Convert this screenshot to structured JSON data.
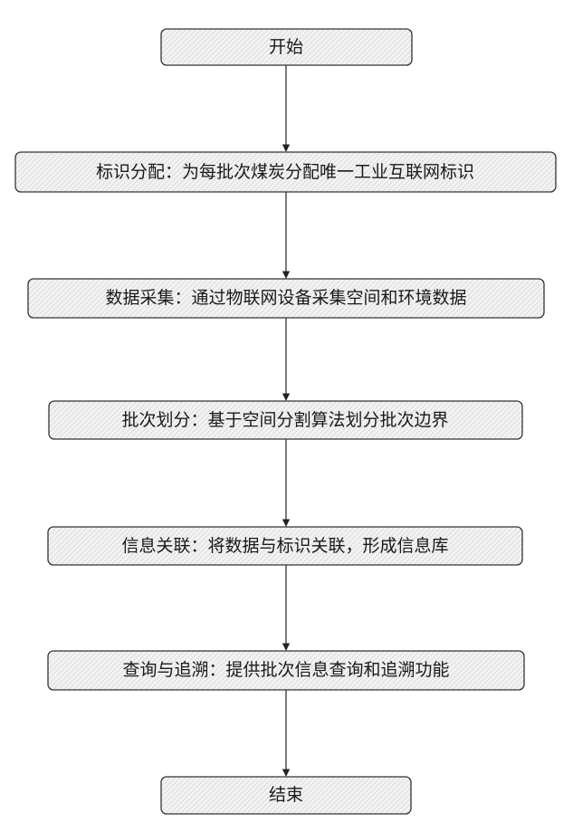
{
  "flowchart": {
    "nodes": [
      {
        "id": "start",
        "label": "开始",
        "kind": "terminal"
      },
      {
        "id": "step1",
        "label": "标识分配：为每批次煤炭分配唯一工业互联网标识",
        "kind": "process"
      },
      {
        "id": "step2",
        "label": "数据采集：通过物联网设备采集空间和环境数据",
        "kind": "process"
      },
      {
        "id": "step3",
        "label": "批次划分：基于空间分割算法划分批次边界",
        "kind": "process"
      },
      {
        "id": "step4",
        "label": "信息关联：将数据与标识关联，形成信息库",
        "kind": "process"
      },
      {
        "id": "step5",
        "label": "查询与追溯：提供批次信息查询和追溯功能",
        "kind": "process"
      },
      {
        "id": "end",
        "label": "结束",
        "kind": "terminal"
      }
    ],
    "edges": [
      {
        "from": "start",
        "to": "step1"
      },
      {
        "from": "step1",
        "to": "step2"
      },
      {
        "from": "step2",
        "to": "step3"
      },
      {
        "from": "step3",
        "to": "step4"
      },
      {
        "from": "step4",
        "to": "step5"
      },
      {
        "from": "step5",
        "to": "end"
      }
    ],
    "colors": {
      "box_fill": "#f3f3f3",
      "hatch": "#c8c8c8",
      "border": "#333333",
      "arrow": "#222222",
      "text": "#1a1a1a"
    }
  }
}
